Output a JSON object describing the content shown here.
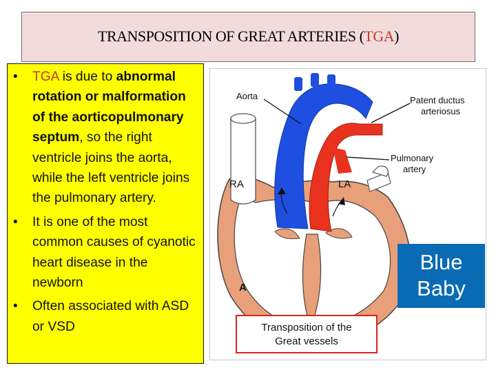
{
  "title": {
    "prefix": "TRANSPOSITION OF GREAT ARTERIES (",
    "acronym": "TGA",
    "suffix": ")"
  },
  "bullets": [
    {
      "parts": [
        {
          "t": "TGA",
          "s": "hl"
        },
        {
          "t": " is due to ",
          "s": ""
        },
        {
          "t": "abnormal rotation or malformation of the aorticopulmonary septum",
          "s": "bold"
        },
        {
          "t": ", so the right ventricle joins the aorta, while the left ventricle joins the pulmonary artery.",
          "s": ""
        }
      ]
    },
    {
      "parts": [
        {
          "t": "It is one of the most common causes of cyanotic heart disease in the newborn",
          "s": ""
        }
      ]
    },
    {
      "parts": [
        {
          "t": "Often associated with ASD or VSD",
          "s": ""
        }
      ]
    }
  ],
  "diagram": {
    "labels": {
      "aorta": "Aorta",
      "pda1": "Patent ductus",
      "pda2": "arteriosus",
      "pa1": "Pulmonary",
      "pa2": "artery",
      "ra": "RA",
      "la": "LA",
      "panel": "A",
      "cap1": "Transposition of the",
      "cap2": "Great vessels"
    },
    "colors": {
      "aorta": "#1f4fe0",
      "pulmonary": "#e8321e",
      "muscle": "#e8a07a",
      "caption_border": "#e0201a"
    }
  },
  "badge": {
    "line1": "Blue",
    "line2": "Baby",
    "color": "#0a6bb5"
  }
}
